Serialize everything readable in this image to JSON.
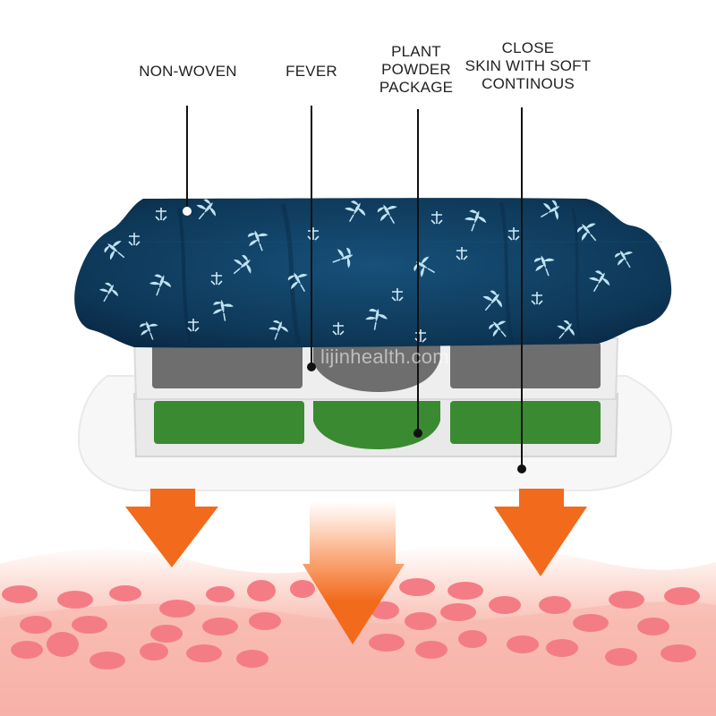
{
  "labels": {
    "non_woven": "NON-WOVEN",
    "fever": "FEVER",
    "plant_powder": [
      "PLANT",
      "POWDER",
      "PACKAGE"
    ],
    "close_skin": [
      "CLOSE",
      "SKIN WITH SOFT",
      "CONTINOUS"
    ]
  },
  "watermark": "lijinhealth.com",
  "colors": {
    "patch_blue": "#0f3a5c",
    "fever_gray": "#6e6e6e",
    "powder_green": "#3a8a32",
    "arrow_orange": "#f26a1b",
    "skin_pink": "#f7b0a8",
    "cell_pink": "#f47d85"
  },
  "icons": [
    "arrow-down-icon",
    "leaf-icon",
    "label-dot-icon"
  ]
}
